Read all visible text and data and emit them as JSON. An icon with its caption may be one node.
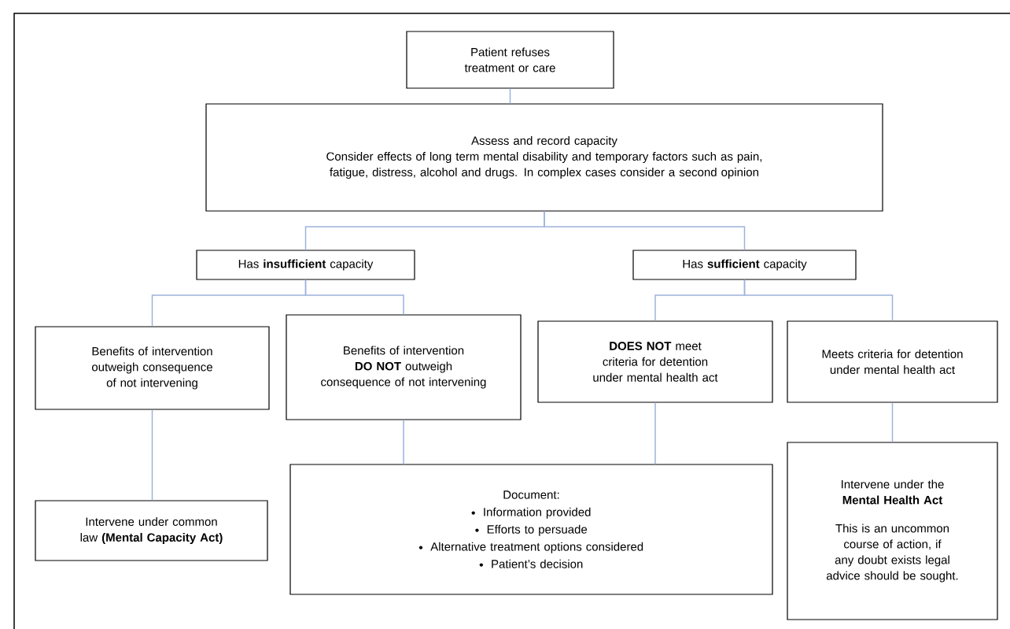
{
  "diagram": {
    "nodes": [
      {
        "text": [
          "Patient refuses treatment or care"
        ]
      },
      {
        "text": [
          "Assess and record capacity",
          "Consider effects of long term mental disability and temporary factors such as pain, fatigue, distress, alcohol and drugs. In complex cases consider a second opinion"
        ]
      },
      {
        "text": [
          "Has **insufficient** capacity"
        ]
      },
      {
        "text": [
          "Has **sufficient** capacity"
        ]
      },
      {
        "text": [
          "Benefits of intervention outweigh consequence of not intervening"
        ]
      },
      {
        "text": [
          "Benefits of intervention **DO NOT** outweigh consequence of not intervening"
        ]
      },
      {
        "text": [
          "**DOES NOT** meet criteria for detention under mental health act"
        ]
      },
      {
        "text": [
          "Meets criteria for detention under mental health act"
        ]
      },
      {
        "text": [
          "Intervene under common law **(Mental Capacity Act)**"
        ]
      },
      {
        "text": [
          "Document:",
          "Information provided",
          "Efforts to persuade",
          "Alternative treatment options considered",
          "Patient’s decision"
        ]
      },
      {
        "text": [
          "Intervene under the **Mental Health Act**",
          "This is an uncommon course of action, if any doubt exists legal advice should be sought."
        ]
      }
    ],
    "edges": [
      {
        "from": 0,
        "to": 1,
        "arrow": "none"
      },
      {
        "from": 1,
        "to": 2,
        "arrow": "none"
      },
      {
        "from": 1,
        "to": 3,
        "arrow": "none"
      },
      {
        "from": 2,
        "to": 4,
        "arrow": "none"
      },
      {
        "from": 2,
        "to": 5,
        "arrow": "none"
      },
      {
        "from": 3,
        "to": 6,
        "arrow": "none"
      },
      {
        "from": 3,
        "to": 7,
        "arrow": "none"
      },
      {
        "from": 4,
        "to": 8,
        "arrow": "none"
      },
      {
        "from": 5,
        "to": 9,
        "arrow": "none"
      },
      {
        "from": 6,
        "to": 9,
        "arrow": "none"
      },
      {
        "from": 7,
        "to": 10,
        "arrow": "none"
      }
    ]
  }
}
